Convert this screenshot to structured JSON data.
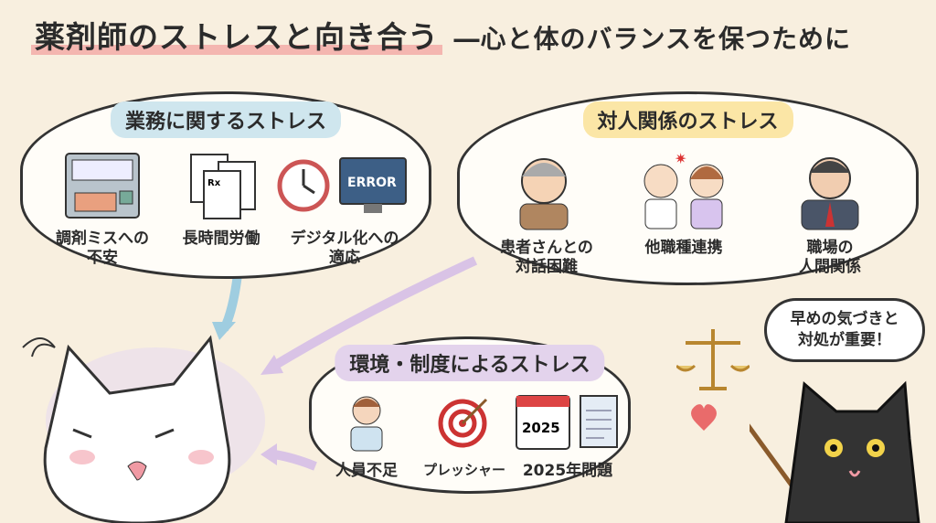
{
  "title": {
    "main": "薬剤師のストレスと向き合う",
    "sub": "―心と体のバランスを保つために"
  },
  "work": {
    "heading": "業務に関するストレス",
    "items": [
      {
        "label1": "調剤ミスへの",
        "label2": "不安",
        "icon": "dispensing-machine-icon"
      },
      {
        "label1": "長時間労働",
        "label2": "",
        "icon": "prescriptions-icon"
      },
      {
        "label1": "デジタル化への",
        "label2": "適応",
        "icon": "clock-computer-icon"
      }
    ],
    "screen_text": "ERROR",
    "rx": "Rx"
  },
  "people": {
    "heading": "対人関係のストレス",
    "items": [
      {
        "label1": "患者さんとの",
        "label2": "対話困難"
      },
      {
        "label1": "他職種連携",
        "label2": ""
      },
      {
        "label1": "職場の",
        "label2": "人間関係"
      }
    ]
  },
  "env": {
    "heading": "環境・制度によるストレス",
    "items": [
      {
        "label1": "人員不足"
      },
      {
        "label1": "プレッシャー"
      },
      {
        "label1": "2025年問題"
      }
    ],
    "calendar_year": "2025"
  },
  "advice": {
    "line1": "早めの気づきと",
    "line2": "対処が重要！"
  },
  "colors": {
    "work": "#cfe6ee",
    "people": "#fbe6a6",
    "env": "#e3d3ec",
    "bg": "#f8efdf"
  }
}
